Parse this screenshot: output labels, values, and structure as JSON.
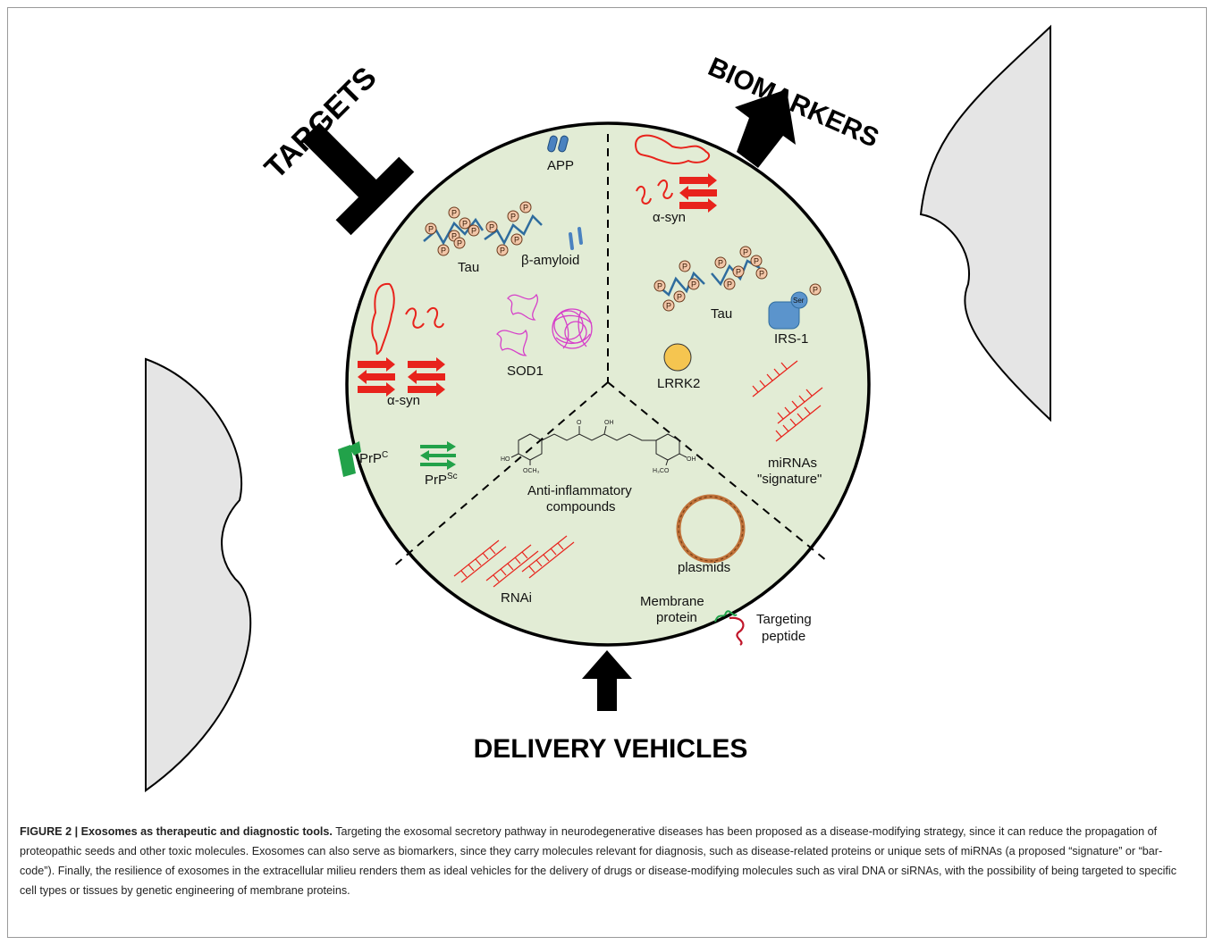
{
  "labels": {
    "targets": "TARGETS",
    "biomarkers": "BIOMARKERS",
    "delivery": "DELIVERY VEHICLES",
    "app": "APP",
    "tau_left": "Tau",
    "beta_amyloid": "β-amyloid",
    "sod1": "SOD1",
    "asyn_left": "α-syn",
    "prpc_main": "PrP",
    "prpc_sup": "C",
    "prpsc_main": "PrP",
    "prpsc_sup": "Sc",
    "asyn_right": "α-syn",
    "tau_right": "Tau",
    "irs1": "IRS-1",
    "ser": "Ser",
    "lrrk2": "LRRK2",
    "mirnas_1": "miRNAs",
    "mirnas_2": "\"signature\"",
    "anti_1": "Anti-inflammatory",
    "anti_2": "compounds",
    "rnai": "RNAi",
    "plasmids": "plasmids",
    "membrane_1": "Membrane",
    "membrane_2": "protein",
    "targeting_1": "Targeting",
    "targeting_2": "peptide",
    "phospho": "P",
    "chem_oh_top": "OH",
    "chem_o_top": "O",
    "chem_ho_left": "HO",
    "chem_och3": "OCH₃",
    "chem_h3co": "H₃CO",
    "chem_oh_right": "OH"
  },
  "caption": {
    "title": "FIGURE 2 | Exosomes as therapeutic and diagnostic tools.",
    "body": " Targeting the exosomal secretory pathway in neurodegenerative diseases has been proposed as a disease-modifying strategy, since it can reduce the propagation of proteopathic seeds and other toxic molecules. Exosomes can also serve as biomarkers, since they carry molecules relevant for diagnosis, such as disease-related proteins or unique sets of miRNAs (a proposed “signature” or “bar-code”). Finally, the resilience of exosomes in the extracellular milieu renders them as ideal vehicles for the delivery of drugs or disease-modifying molecules such as viral DNA or siRNAs, with the possibility of being targeted to specific cell types or tissues by genetic engineering of membrane proteins."
  },
  "colors": {
    "exosome_fill": "#e2ecd5",
    "cell_fill": "#e5e5e5",
    "protein_red": "#e8231c",
    "prion_green": "#22a24a",
    "tau_blue": "#2f6c9e",
    "sod1_magenta": "#d63fc9",
    "lrrk2_yellow": "#f5c550",
    "irs1_blue": "#5b94cc"
  }
}
